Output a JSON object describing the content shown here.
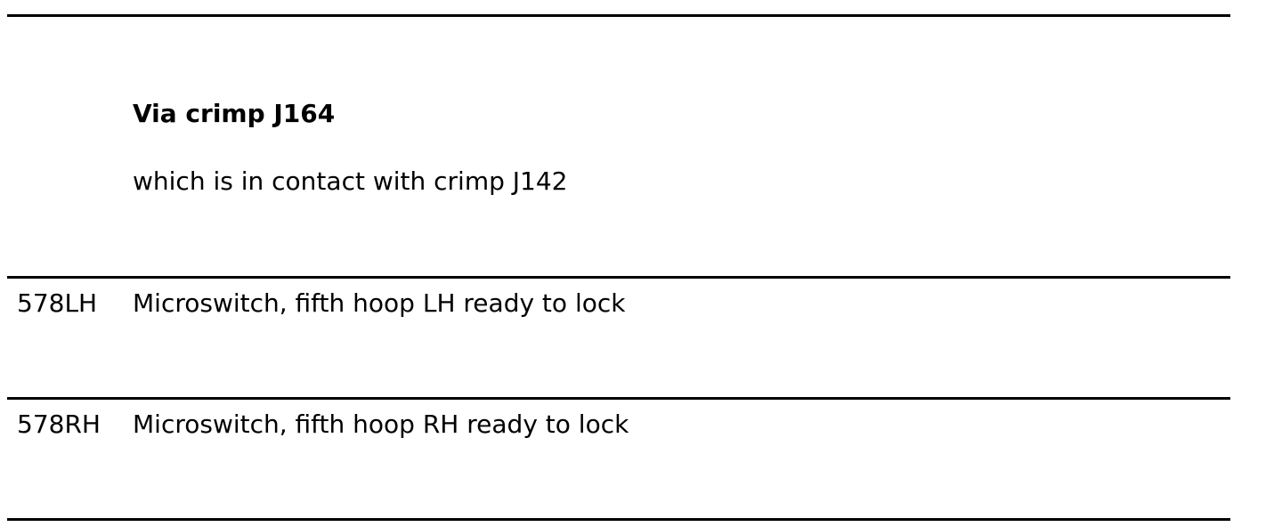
{
  "block": {
    "heading": "Via crimp J164",
    "note": "which is in contact with crimp J142"
  },
  "rows": [
    {
      "code": "578LH",
      "description": "Microswitch, fifth hoop LH ready to lock"
    },
    {
      "code": "578RH",
      "description": "Microswitch, fifth hoop RH ready to lock"
    }
  ]
}
